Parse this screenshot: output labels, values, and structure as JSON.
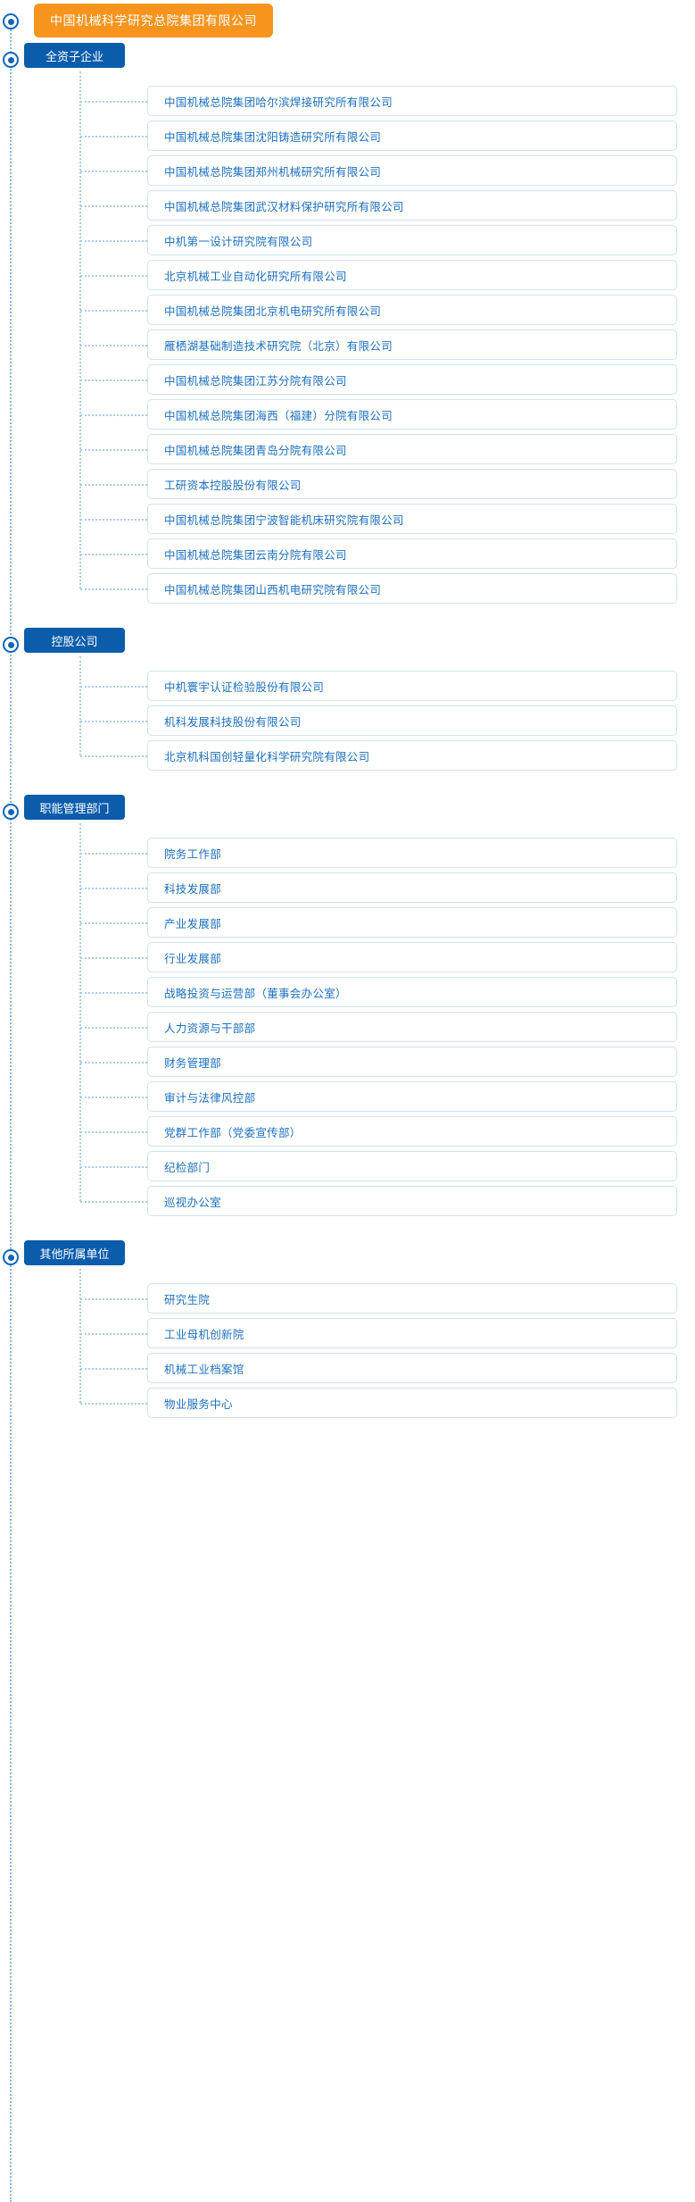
{
  "root": {
    "label": "中国机械科学研究总院集团有限公司",
    "color": "#f7941d"
  },
  "theme": {
    "section_color": "#0b5cab",
    "item_text_color": "#1b6fc0",
    "item_border_color": "#cfe2f3",
    "connector_color": "#a9cbe8"
  },
  "sections": [
    {
      "label": "全资子企业",
      "items": [
        "中国机械总院集团哈尔滨焊接研究所有限公司",
        "中国机械总院集团沈阳铸造研究所有限公司",
        "中国机械总院集团郑州机械研究所有限公司",
        "中国机械总院集团武汉材料保护研究所有限公司",
        "中机第一设计研究院有限公司",
        "北京机械工业自动化研究所有限公司",
        "中国机械总院集团北京机电研究所有限公司",
        "雁栖湖基础制造技术研究院（北京）有限公司",
        "中国机械总院集团江苏分院有限公司",
        "中国机械总院集团海西（福建）分院有限公司",
        "中国机械总院集团青岛分院有限公司",
        "工研资本控股股份有限公司",
        "中国机械总院集团宁波智能机床研究院有限公司",
        "中国机械总院集团云南分院有限公司",
        "中国机械总院集团山西机电研究院有限公司"
      ]
    },
    {
      "label": "控股公司",
      "items": [
        "中机寰宇认证检验股份有限公司",
        "机科发展科技股份有限公司",
        "北京机科国创轻量化科学研究院有限公司"
      ]
    },
    {
      "label": "职能管理部门",
      "items": [
        "院务工作部",
        "科技发展部",
        "产业发展部",
        "行业发展部",
        "战略投资与运营部（董事会办公室）",
        "人力资源与干部部",
        "财务管理部",
        "审计与法律风控部",
        "党群工作部（党委宣传部）",
        "纪检部门",
        "巡视办公室"
      ]
    },
    {
      "label": "其他所属单位",
      "items": [
        "研究生院",
        "工业母机创新院",
        "机械工业档案馆",
        "物业服务中心"
      ]
    }
  ]
}
